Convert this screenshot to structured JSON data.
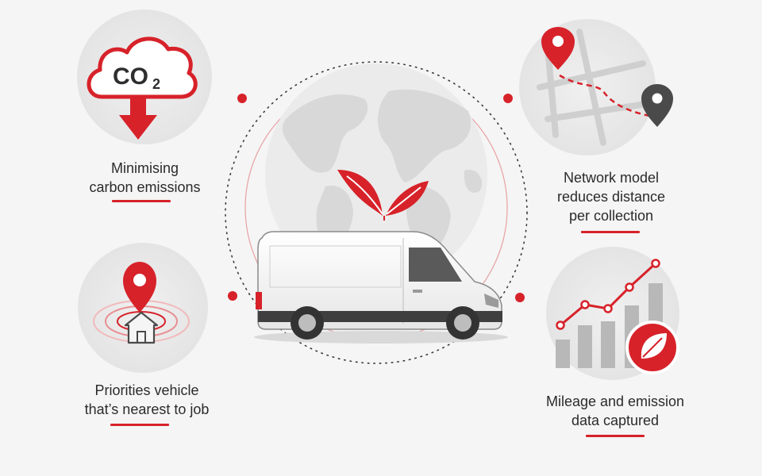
{
  "colors": {
    "accent": "#d7222a",
    "dark_gray": "#4a4a4a",
    "light_gray": "#d9d9d9",
    "background": "#f5f5f5"
  },
  "features": [
    {
      "id": "carbon",
      "icon": "co2-cloud-down-arrow-icon",
      "icon_text": "CO",
      "icon_subscript": "2",
      "lines": [
        "Minimising",
        "carbon emissions"
      ]
    },
    {
      "id": "network",
      "icon": "route-map-pins-icon",
      "lines": [
        "Network model",
        "reduces distance",
        "per collection"
      ]
    },
    {
      "id": "nearest",
      "icon": "house-location-pin-icon",
      "lines": [
        "Priorities vehicle",
        "that’s nearest to job"
      ]
    },
    {
      "id": "data",
      "icon": "growth-chart-leaf-icon",
      "lines": [
        "Mileage and emission",
        "data captured"
      ]
    }
  ],
  "center": {
    "icons": [
      "globe-icon",
      "leaf-icon",
      "delivery-van-icon"
    ]
  }
}
